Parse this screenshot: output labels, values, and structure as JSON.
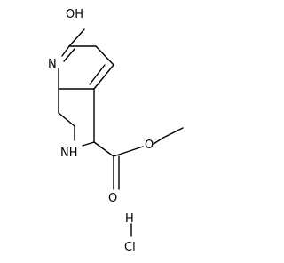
{
  "structure": {
    "atoms": {
      "hydroxyl": "OH",
      "ring_nitrogen": "N",
      "amine": "NH",
      "ester_oxygen": "O",
      "carbonyl_oxygen": "O",
      "salt_hydrogen": "H",
      "chlorine": "Cl"
    }
  }
}
